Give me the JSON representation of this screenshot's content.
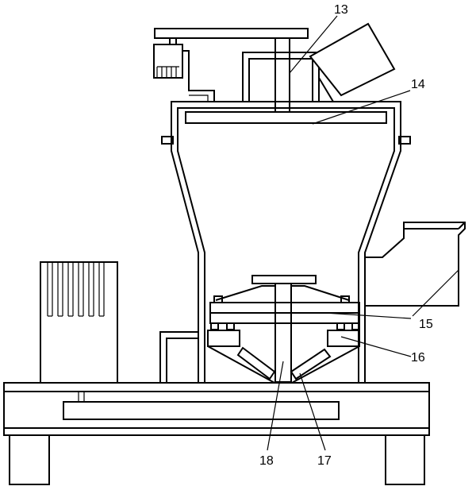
{
  "diagram": {
    "labels": {
      "l13": "13",
      "l14": "14",
      "l15": "15",
      "l16": "16",
      "l17": "17",
      "l18": "18"
    },
    "colors": {
      "line": "#000000",
      "background": "#ffffff"
    }
  }
}
